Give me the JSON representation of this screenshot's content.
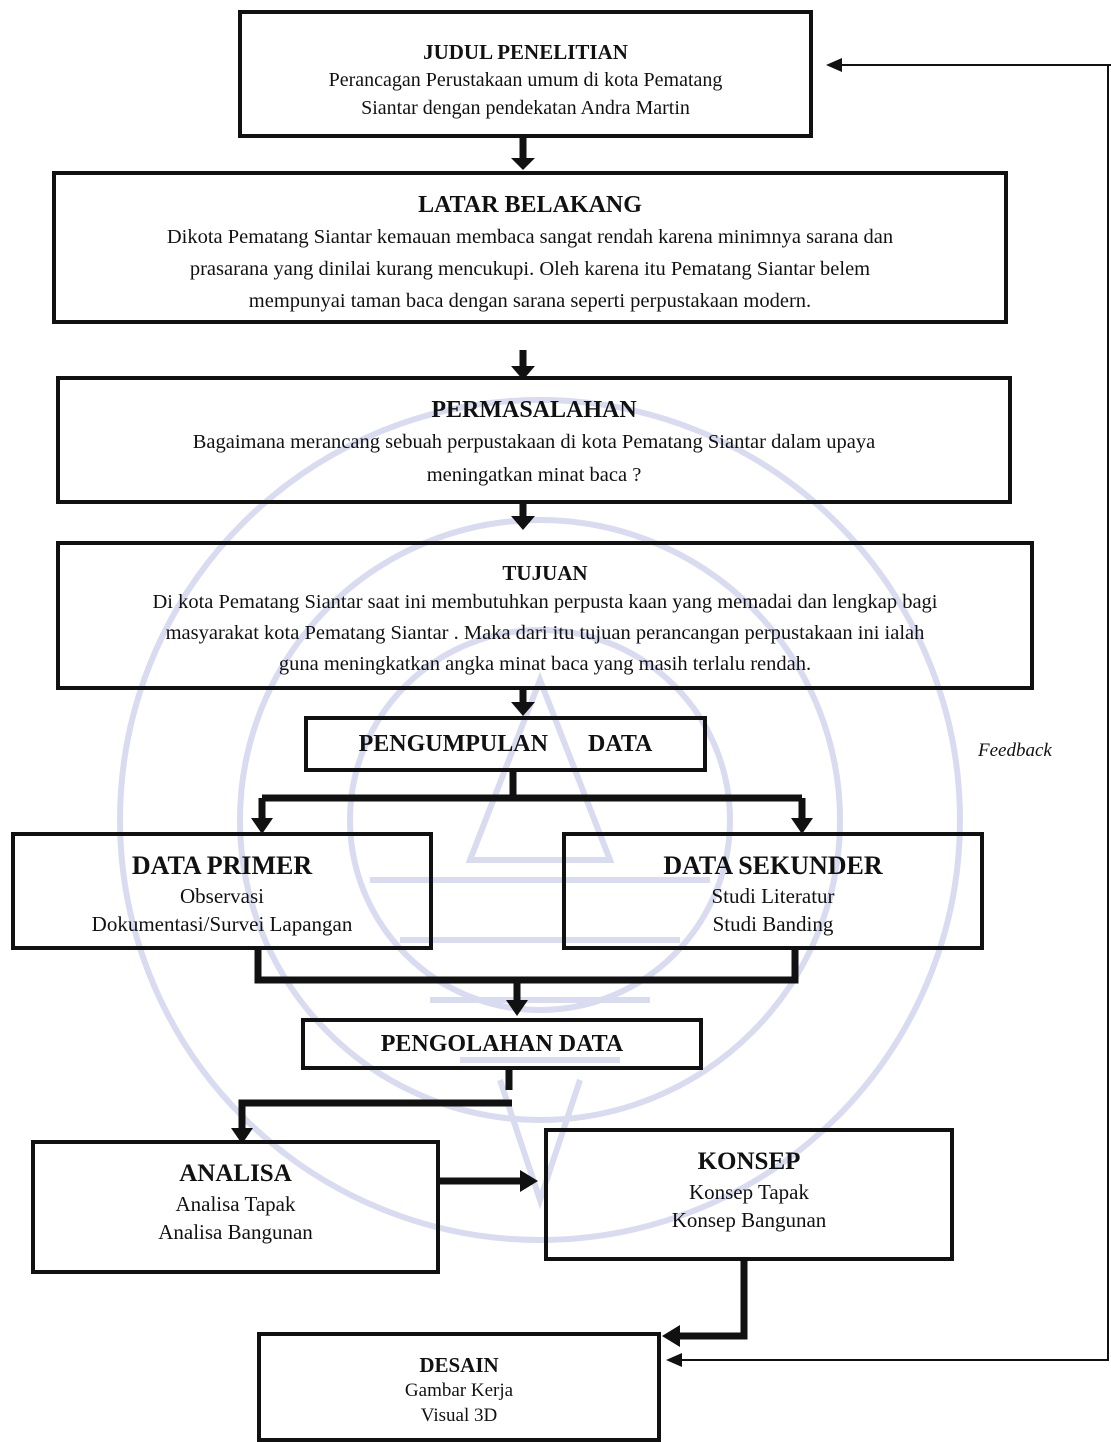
{
  "boxes": {
    "judul": {
      "title": "JUDUL PENELITIAN",
      "lines": [
        "Perancagan Perustakaan umum di kota Pematang",
        "Siantar dengan pendekatan Andra Martin"
      ]
    },
    "latar": {
      "title": "LATAR BELAKANG",
      "lines": [
        "Dikota Pematang Siantar kemauan membaca sangat rendah karena minimnya sarana dan",
        "prasarana yang dinilai kurang mencukupi. Oleh karena itu Pematang Siantar belem",
        "mempunyai taman baca dengan sarana seperti perpustakaan modern."
      ]
    },
    "permasalahan": {
      "title": "PERMASALAHAN",
      "lines": [
        "Bagaimana merancang sebuah perpustakaan di kota Pematang Siantar dalam upaya",
        "meningatkan minat baca ?"
      ]
    },
    "tujuan": {
      "title": "TUJUAN",
      "lines": [
        "Di kota Pematang Siantar saat ini membutuhkan perpusta kaan yang memadai dan lengkap bagi",
        "masyarakat kota Pematang Siantar . Maka dari itu tujuan perancangan perpustakaan ini ialah",
        "guna meningkatkan angka minat baca yang masih terlalu rendah."
      ]
    },
    "pengumpulan": {
      "word1": "PENGUMPULAN",
      "word2": "DATA"
    },
    "primer": {
      "title": "DATA PRIMER",
      "lines": [
        "Observasi",
        "Dokumentasi/Survei Lapangan"
      ]
    },
    "sekunder": {
      "title": "DATA SEKUNDER",
      "lines": [
        "Studi Literatur",
        "Studi Banding"
      ]
    },
    "pengolahan": {
      "title": "PENGOLAHAN DATA"
    },
    "analisa": {
      "title": "ANALISA",
      "lines": [
        "Analisa Tapak",
        "Analisa Bangunan"
      ]
    },
    "konsep": {
      "title": "KONSEP",
      "lines": [
        "Konsep Tapak",
        "Konsep Bangunan"
      ]
    },
    "desain": {
      "title": "DESAIN",
      "lines": [
        "Gambar Kerja",
        "Visual 3D"
      ]
    }
  },
  "feedback_label": "Feedback",
  "colors": {
    "stroke": "#111111",
    "watermark": "#c9cdea"
  }
}
